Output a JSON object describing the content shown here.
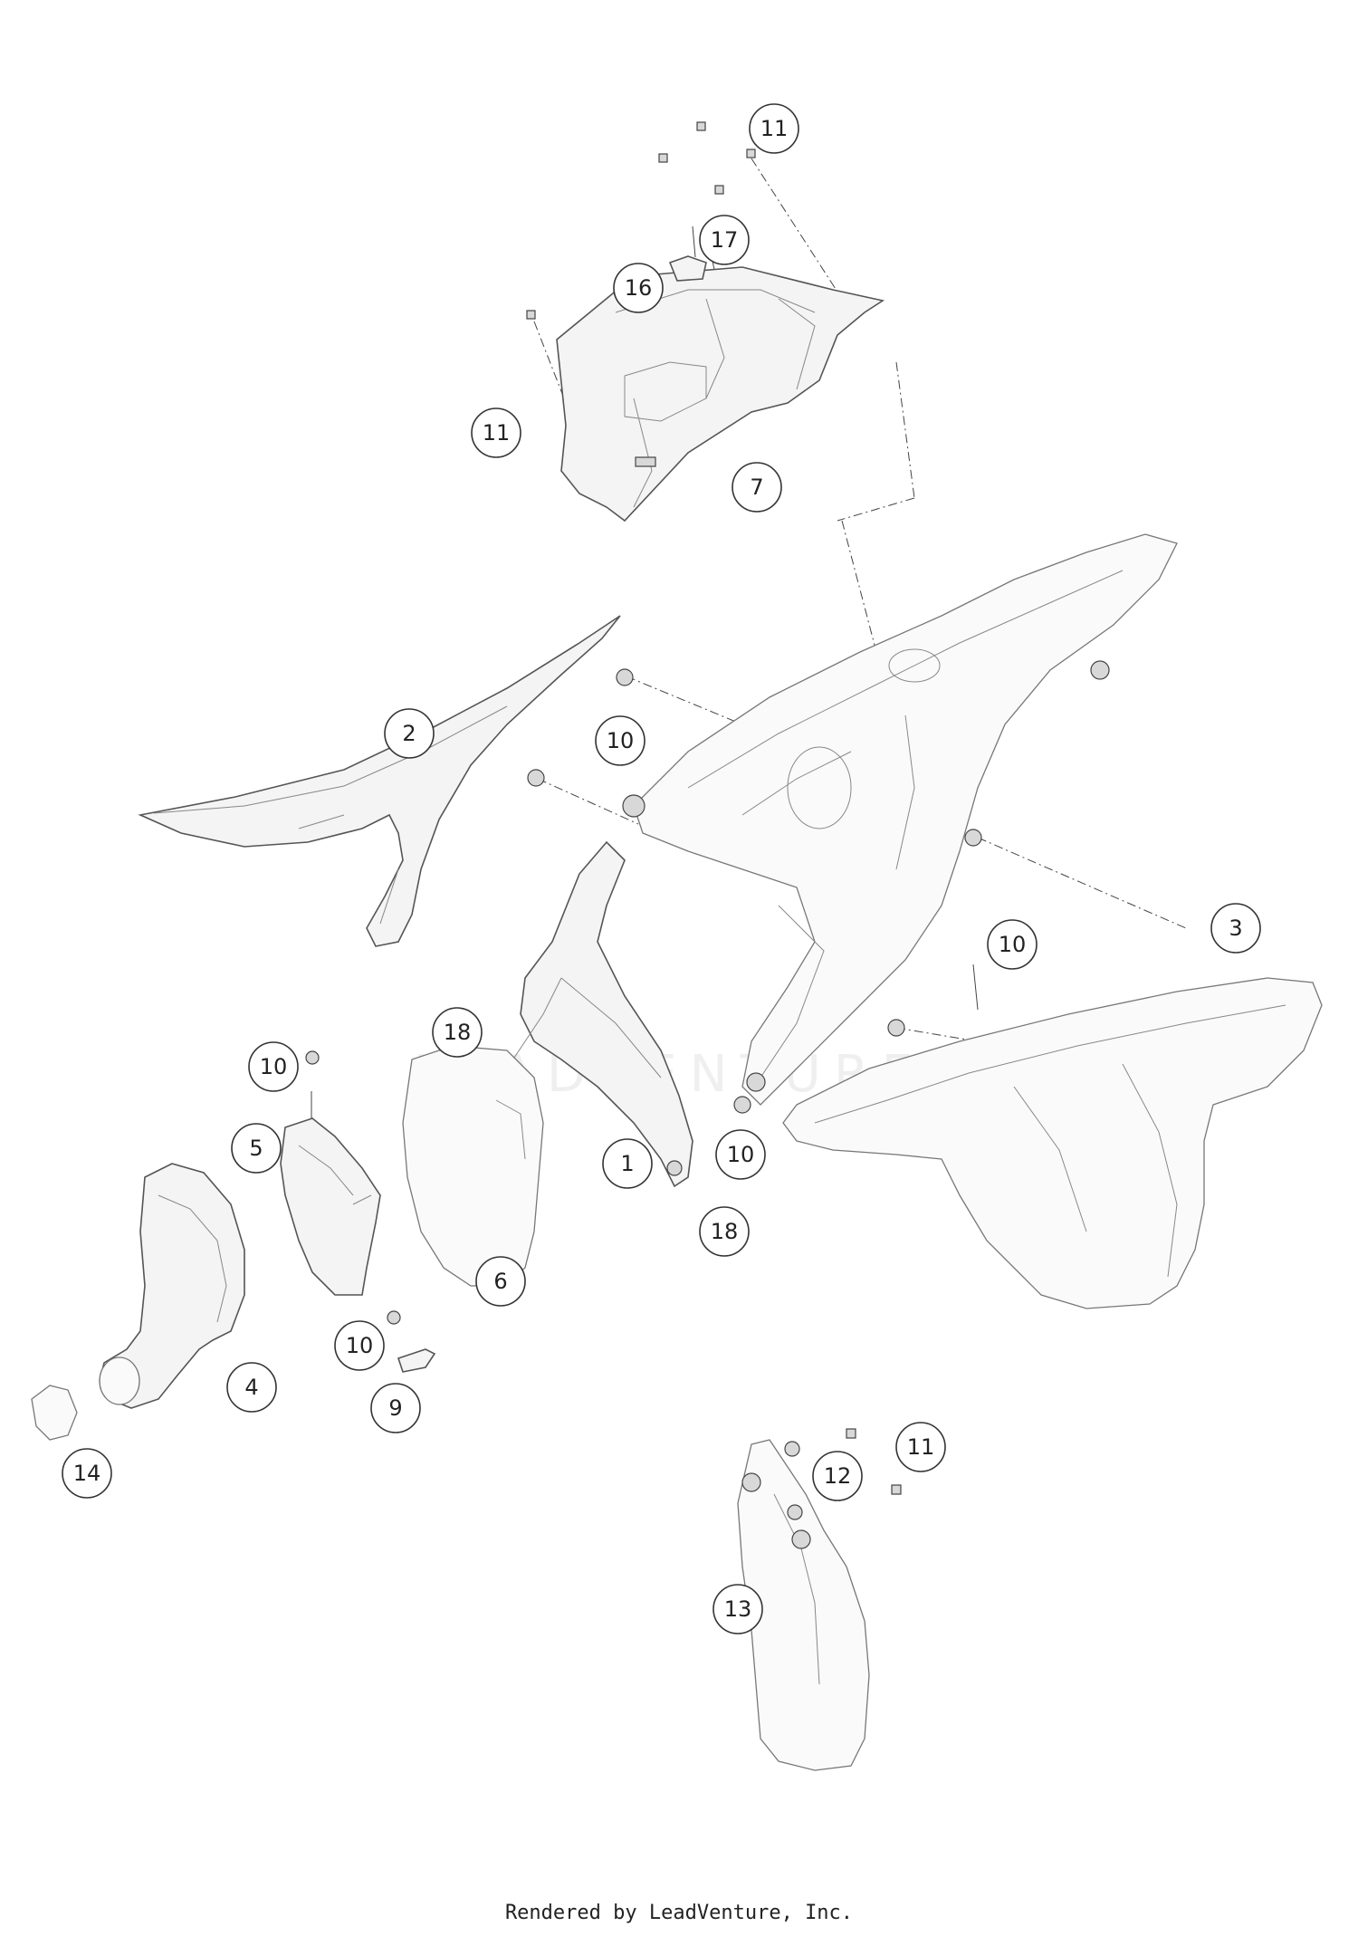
{
  "diagram": {
    "watermark": "LEADVENTURE",
    "callouts": [
      {
        "id": "c11a",
        "label": "11"
      },
      {
        "id": "c17",
        "label": "17"
      },
      {
        "id": "c16",
        "label": "16"
      },
      {
        "id": "c11b",
        "label": "11"
      },
      {
        "id": "c7",
        "label": "7"
      },
      {
        "id": "c2",
        "label": "2"
      },
      {
        "id": "c10a",
        "label": "10"
      },
      {
        "id": "c3",
        "label": "3"
      },
      {
        "id": "c10b",
        "label": "10"
      },
      {
        "id": "c18a",
        "label": "18"
      },
      {
        "id": "c10c",
        "label": "10"
      },
      {
        "id": "c5",
        "label": "5"
      },
      {
        "id": "c1",
        "label": "1"
      },
      {
        "id": "c10d",
        "label": "10"
      },
      {
        "id": "c18b",
        "label": "18"
      },
      {
        "id": "c6",
        "label": "6"
      },
      {
        "id": "c10e",
        "label": "10"
      },
      {
        "id": "c4",
        "label": "4"
      },
      {
        "id": "c9",
        "label": "9"
      },
      {
        "id": "c14",
        "label": "14"
      },
      {
        "id": "c11c",
        "label": "11"
      },
      {
        "id": "c12",
        "label": "12"
      },
      {
        "id": "c13",
        "label": "13"
      }
    ]
  },
  "footer": {
    "credit": "Rendered by LeadVenture, Inc."
  }
}
